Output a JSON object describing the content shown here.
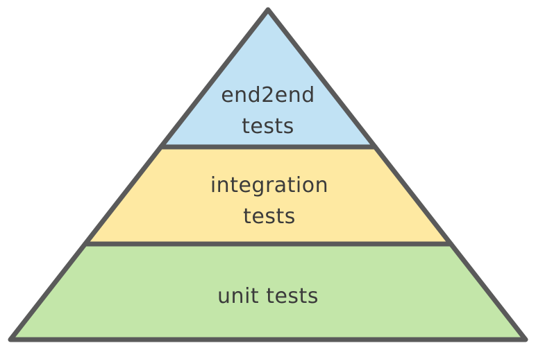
{
  "diagram": {
    "type": "pyramid",
    "subject": "test-pyramid",
    "background_color": "#ffffff",
    "outline_color": "#5a5a5a",
    "text_color": "#3b3b3b",
    "layers": [
      {
        "id": "end2end-tests",
        "label": "end2end tests",
        "lines": [
          "end2end",
          "tests"
        ],
        "fill": "#c1e2f4",
        "position": "top"
      },
      {
        "id": "integration-tests",
        "label": "integration tests",
        "lines": [
          "integration",
          "tests"
        ],
        "fill": "#fee9a2",
        "position": "middle"
      },
      {
        "id": "unit-tests",
        "label": "unit tests",
        "lines": [
          "unit tests"
        ],
        "fill": "#c3e6a9",
        "position": "bottom"
      }
    ]
  }
}
